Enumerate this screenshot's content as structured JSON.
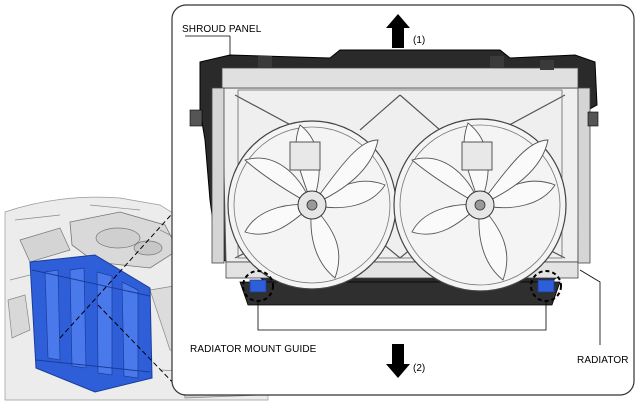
{
  "labels": {
    "shroud_panel": "SHROUD PANEL",
    "radiator_mount_guide": "RADIATOR MOUNT GUIDE",
    "radiator": "RADIATOR",
    "direction_up": "(1)",
    "direction_down": "(2)"
  },
  "colors": {
    "highlight_blue": "#2f5fd8",
    "line": "#000000",
    "panel_border": "#333333",
    "background": "#ffffff"
  },
  "icons": [
    "arrow-up-icon",
    "arrow-down-icon"
  ]
}
